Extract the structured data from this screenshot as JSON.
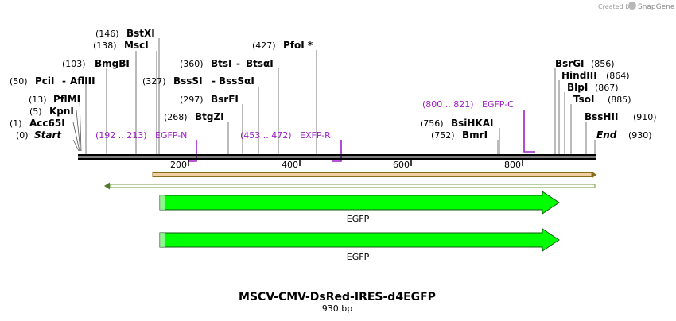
{
  "credit": {
    "prefix": "Created by",
    "brand": "SnapGene"
  },
  "title": "MSCV-CMV-DsRed-IRES-d4EGFP",
  "subtitle": "930 bp",
  "sequence_length": 930,
  "ruler_ticks": [
    {
      "label": "200",
      "bp": 200
    },
    {
      "label": "400",
      "bp": 400
    },
    {
      "label": "600",
      "bp": 600
    },
    {
      "label": "800",
      "bp": 800
    }
  ],
  "sites": [
    {
      "pos": "(0)",
      "name": "Start",
      "italic": true
    },
    {
      "pos": "(1)",
      "name": "Acc65I"
    },
    {
      "pos": "(5)",
      "name": "KpnI"
    },
    {
      "pos": "(13)",
      "name": "PflMI"
    },
    {
      "pos": "(50)",
      "name": "PciI",
      "name2": "AflIII"
    },
    {
      "pos": "(103)",
      "name": "BmgBI"
    },
    {
      "pos": "(138)",
      "name": "MscI"
    },
    {
      "pos": "(146)",
      "name": "BstXI"
    },
    {
      "pos": "(268)",
      "name": "BtgZI"
    },
    {
      "pos": "(297)",
      "name": "BsrFI"
    },
    {
      "pos": "(327)",
      "name": "BssSI",
      "name2": "BssSαI"
    },
    {
      "pos": "(360)",
      "name": "BtsI",
      "name2": "BtsαI"
    },
    {
      "pos": "(427)",
      "name": "PfoI *"
    },
    {
      "pos": "(752)",
      "name": "BmrI"
    },
    {
      "pos": "(756)",
      "name": "BsiHKAI"
    },
    {
      "name": "BsrGI",
      "pos": "(856)"
    },
    {
      "name": "HindIII",
      "pos": "(864)"
    },
    {
      "name": "BlpI",
      "pos": "(867)"
    },
    {
      "name": "TsoI",
      "pos": "(885)"
    },
    {
      "name": "BssHII",
      "pos": "(910)"
    },
    {
      "name": "End",
      "pos": "(930)",
      "italic": true
    }
  ],
  "primers": [
    {
      "range": "(192 .. 213)",
      "name": "EGFP-N"
    },
    {
      "range": "(453 .. 472)",
      "name": "EXFP-R"
    },
    {
      "range": "(800 .. 821)",
      "name": "EGFP-C"
    }
  ],
  "features": [
    {
      "label": "EGFP"
    },
    {
      "label": "EGFP"
    }
  ],
  "colors": {
    "primer": "#a020c8",
    "feature_fill": "#00ff00",
    "feature_stroke": "#0f5a0f",
    "orf_fill": "#f2cfa2",
    "orf_stroke": "#8a6d1a",
    "orf2_stroke": "#6f9f3a"
  }
}
